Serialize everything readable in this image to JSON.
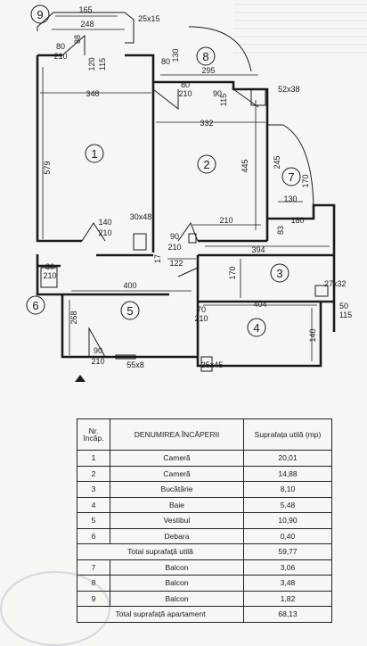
{
  "rooms": [
    {
      "id": "room-1",
      "label": "1"
    },
    {
      "id": "room-2",
      "label": "2"
    },
    {
      "id": "room-3",
      "label": "3"
    },
    {
      "id": "room-4",
      "label": "4"
    },
    {
      "id": "room-5",
      "label": "5"
    },
    {
      "id": "room-6",
      "label": "6"
    },
    {
      "id": "room-7",
      "label": "7"
    },
    {
      "id": "room-8",
      "label": "8"
    },
    {
      "id": "room-9",
      "label": "9"
    }
  ],
  "dimensions": [
    "165",
    "248",
    "25x15",
    "80",
    "210",
    "88",
    "120",
    "115",
    "80",
    "130",
    "295",
    "52x38",
    "348",
    "332",
    "80",
    "210",
    "90",
    "115",
    "579",
    "445",
    "245",
    "170",
    "130",
    "140",
    "210",
    "30x48",
    "210",
    "180",
    "90",
    "210",
    "394",
    "83",
    "122",
    "170",
    "17",
    "400",
    "27x32",
    "404",
    "70",
    "210",
    "268",
    "50",
    "115",
    "140",
    "90",
    "210",
    "55x8",
    "35x45",
    "80",
    "210"
  ],
  "table": {
    "headers": [
      "Nr. încăp.",
      "DENUMIREA ÎNCĂPERII",
      "Suprafața utilă (mp)"
    ],
    "rows": [
      {
        "nr": "1",
        "name": "Cameră",
        "area": "20,01"
      },
      {
        "nr": "2",
        "name": "Cameră",
        "area": "14,88"
      },
      {
        "nr": "3",
        "name": "Bucătărie",
        "area": "8,10"
      },
      {
        "nr": "4",
        "name": "Baie",
        "area": "5,48"
      },
      {
        "nr": "5",
        "name": "Vestibul",
        "area": "10,90"
      },
      {
        "nr": "6",
        "name": "Debara",
        "area": "0,40"
      }
    ],
    "total_util": {
      "label": "Total suprafață utilă",
      "area": "59,77"
    },
    "balcony_rows": [
      {
        "nr": "7",
        "name": "Balcon",
        "area": "3,06"
      },
      {
        "nr": "8",
        "name": "Balcon",
        "area": "3,48"
      },
      {
        "nr": "9",
        "name": "Balcon",
        "area": "1,82"
      }
    ],
    "total_apartment": {
      "label": "Total suprafață apartament",
      "area": "68,13"
    }
  }
}
